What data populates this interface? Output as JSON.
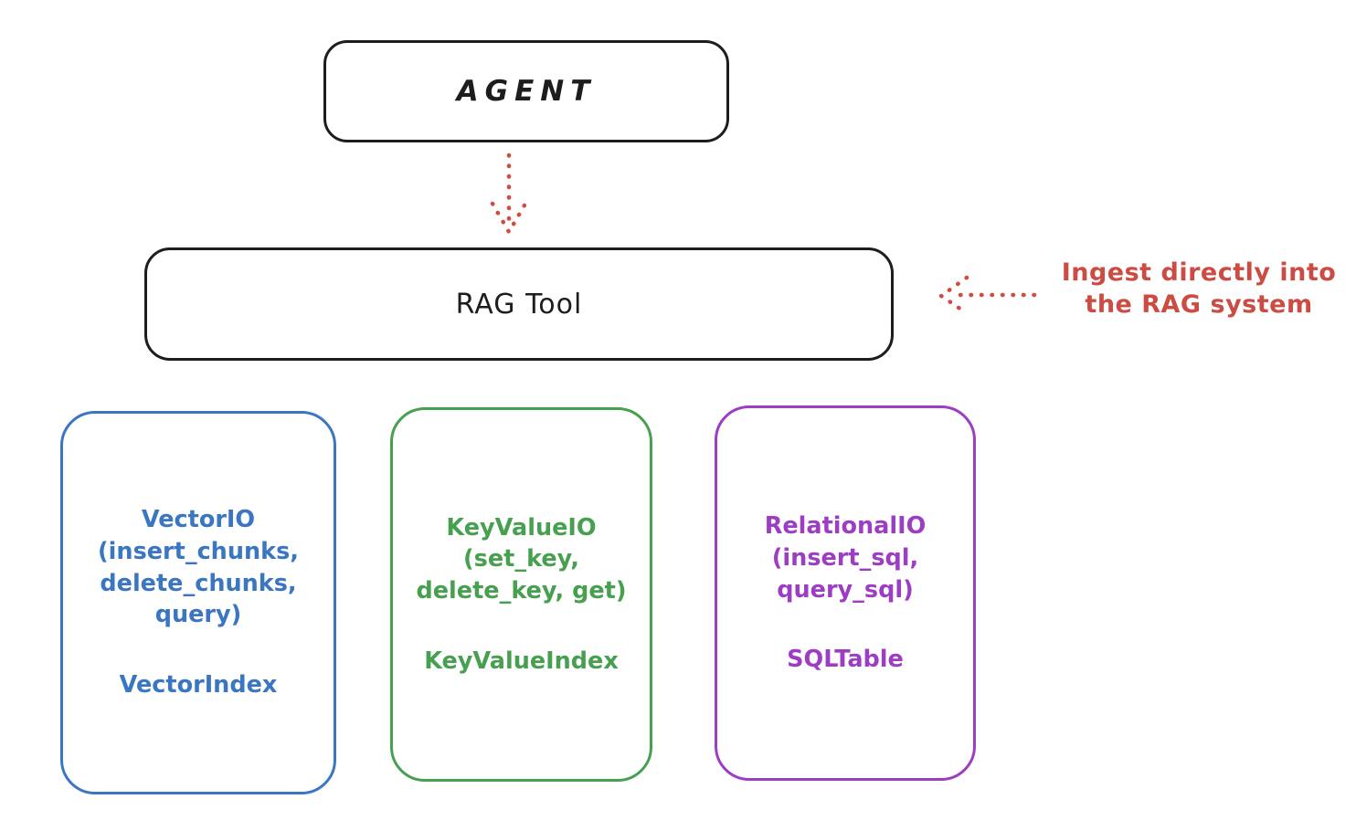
{
  "diagram": {
    "agent": {
      "label": "AGENT"
    },
    "rag_tool": {
      "label": "RAG Tool"
    },
    "annotation": {
      "text": "Ingest directly into\nthe RAG system"
    },
    "backends": [
      {
        "name": "vector-io",
        "io_label": "VectorIO\n(insert_chunks,\ndelete_chunks,\nquery)",
        "index_label": "VectorIndex",
        "color": "#3a76c2"
      },
      {
        "name": "keyvalue-io",
        "io_label": "KeyValueIO\n(set_key,\ndelete_key, get)",
        "index_label": "KeyValueIndex",
        "color": "#47a04f"
      },
      {
        "name": "relational-io",
        "io_label": "RelationalIO\n(insert_sql,\nquery_sql)",
        "index_label": "SQLTable",
        "color": "#9d3dc3"
      }
    ],
    "arrows": [
      {
        "name": "agent-to-ragtool-arrow",
        "style": "dotted",
        "color": "#d14b41",
        "direction": "down"
      },
      {
        "name": "ingest-annotation-arrow",
        "style": "dotted",
        "color": "#d14b41",
        "direction": "left"
      }
    ],
    "colors": {
      "ink": "#1d1d1d",
      "red": "#cc4b42",
      "blue": "#3a76c2",
      "green": "#47a04f",
      "purple": "#9d3dc3",
      "background": "#ffffff"
    }
  }
}
